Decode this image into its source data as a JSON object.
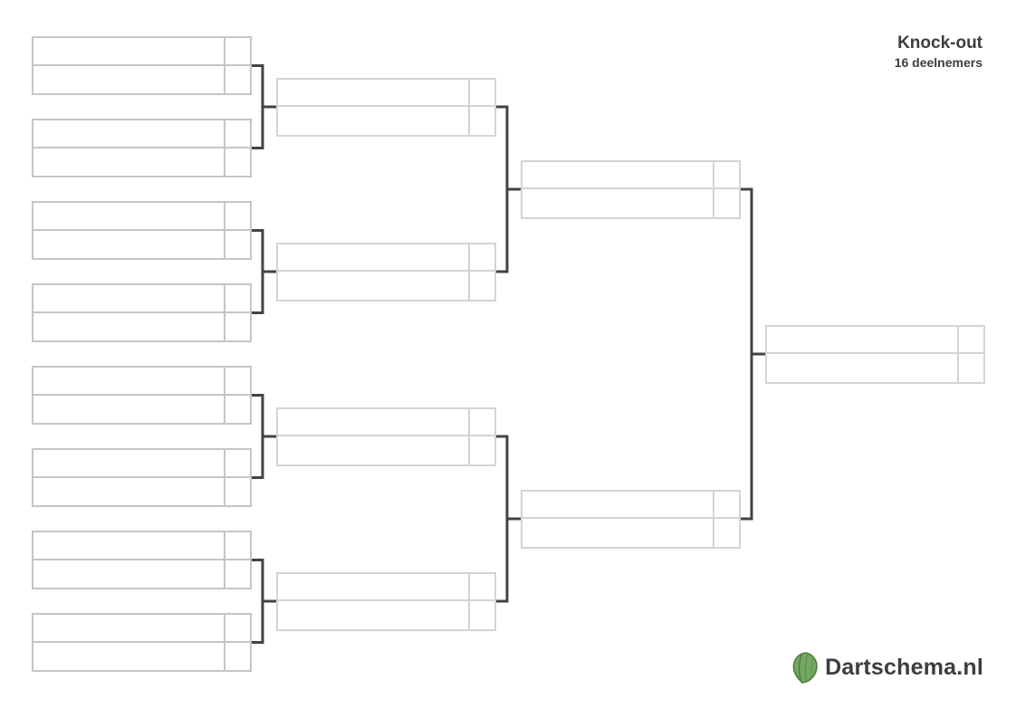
{
  "header": {
    "title": "Knock-out",
    "subtitle": "16 deelnemers"
  },
  "brand": {
    "name": "Dartschema.nl",
    "icon": "leaf-icon"
  },
  "colors": {
    "text": "#3d3d3d",
    "background": "#ffffff",
    "box_border_round1": "#c5c5c5",
    "box_border_later": "#d4d4d4",
    "connector": "#434343",
    "leaf_fill": "#74a761",
    "leaf_outline": "#4e7e40",
    "leaf_vein": "#5d9150"
  },
  "bracket": {
    "participants": 16,
    "rounds": [
      {
        "key": "round-of-16",
        "matches": [
          {
            "slots": [
              {
                "name": "",
                "score": ""
              },
              {
                "name": "",
                "score": ""
              }
            ]
          },
          {
            "slots": [
              {
                "name": "",
                "score": ""
              },
              {
                "name": "",
                "score": ""
              }
            ]
          },
          {
            "slots": [
              {
                "name": "",
                "score": ""
              },
              {
                "name": "",
                "score": ""
              }
            ]
          },
          {
            "slots": [
              {
                "name": "",
                "score": ""
              },
              {
                "name": "",
                "score": ""
              }
            ]
          },
          {
            "slots": [
              {
                "name": "",
                "score": ""
              },
              {
                "name": "",
                "score": ""
              }
            ]
          },
          {
            "slots": [
              {
                "name": "",
                "score": ""
              },
              {
                "name": "",
                "score": ""
              }
            ]
          },
          {
            "slots": [
              {
                "name": "",
                "score": ""
              },
              {
                "name": "",
                "score": ""
              }
            ]
          },
          {
            "slots": [
              {
                "name": "",
                "score": ""
              },
              {
                "name": "",
                "score": ""
              }
            ]
          }
        ]
      },
      {
        "key": "quarterfinals",
        "matches": [
          {
            "slots": [
              {
                "name": "",
                "score": ""
              },
              {
                "name": "",
                "score": ""
              }
            ]
          },
          {
            "slots": [
              {
                "name": "",
                "score": ""
              },
              {
                "name": "",
                "score": ""
              }
            ]
          },
          {
            "slots": [
              {
                "name": "",
                "score": ""
              },
              {
                "name": "",
                "score": ""
              }
            ]
          },
          {
            "slots": [
              {
                "name": "",
                "score": ""
              },
              {
                "name": "",
                "score": ""
              }
            ]
          }
        ]
      },
      {
        "key": "semifinals",
        "matches": [
          {
            "slots": [
              {
                "name": "",
                "score": ""
              },
              {
                "name": "",
                "score": ""
              }
            ]
          },
          {
            "slots": [
              {
                "name": "",
                "score": ""
              },
              {
                "name": "",
                "score": ""
              }
            ]
          }
        ]
      },
      {
        "key": "final",
        "matches": [
          {
            "slots": [
              {
                "name": "",
                "score": ""
              },
              {
                "name": "",
                "score": ""
              }
            ]
          }
        ]
      }
    ]
  }
}
